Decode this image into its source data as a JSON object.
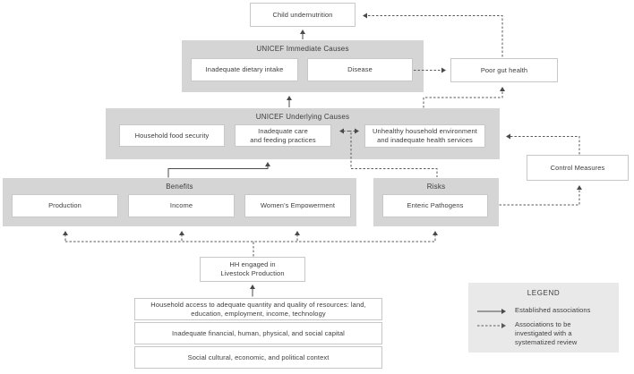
{
  "colors": {
    "panel_gray": "#d5d5d5",
    "legend_gray": "#e9e9e9",
    "box_border": "#c7c7c7",
    "text": "#3d3d3d",
    "arrow_solid": "#4a4a4a",
    "arrow_dashed": "#5a5a5a"
  },
  "panels": {
    "immediate_causes": "UNICEF Immediate Causes",
    "underlying_causes": "UNICEF Underlying Causes",
    "benefits": "Benefits",
    "risks": "Risks"
  },
  "boxes": {
    "child_undernutrition": "Child undernutrition",
    "inadequate_dietary_intake": "Inadequate dietary intake",
    "disease": "Disease",
    "poor_gut_health": "Poor gut health",
    "household_food_security": "Household food security",
    "inadequate_care": "Inadequate care\nand feeding practices",
    "unhealthy_environment": "Unhealthy household environment\nand inadequate health services",
    "control_measures": "Control Measures",
    "production": "Production",
    "income": "Income",
    "womens_empowerment": "Women's Empowerment",
    "enteric_pathogens": "Enteric Pathogens",
    "hh_engaged": "HH engaged in\nLivestock Production",
    "resources": "Household access to adequate quantity and quality of resources: land,\neducation, employment, income, technology",
    "capital": "Inadequate financial, human, physical, and social capital",
    "context": "Social cultural, economic, and political context"
  },
  "legend": {
    "title": "LEGEND",
    "established": "Established associations",
    "investigate": "Associations to be\ninvestigated with a\nsystematized review"
  }
}
